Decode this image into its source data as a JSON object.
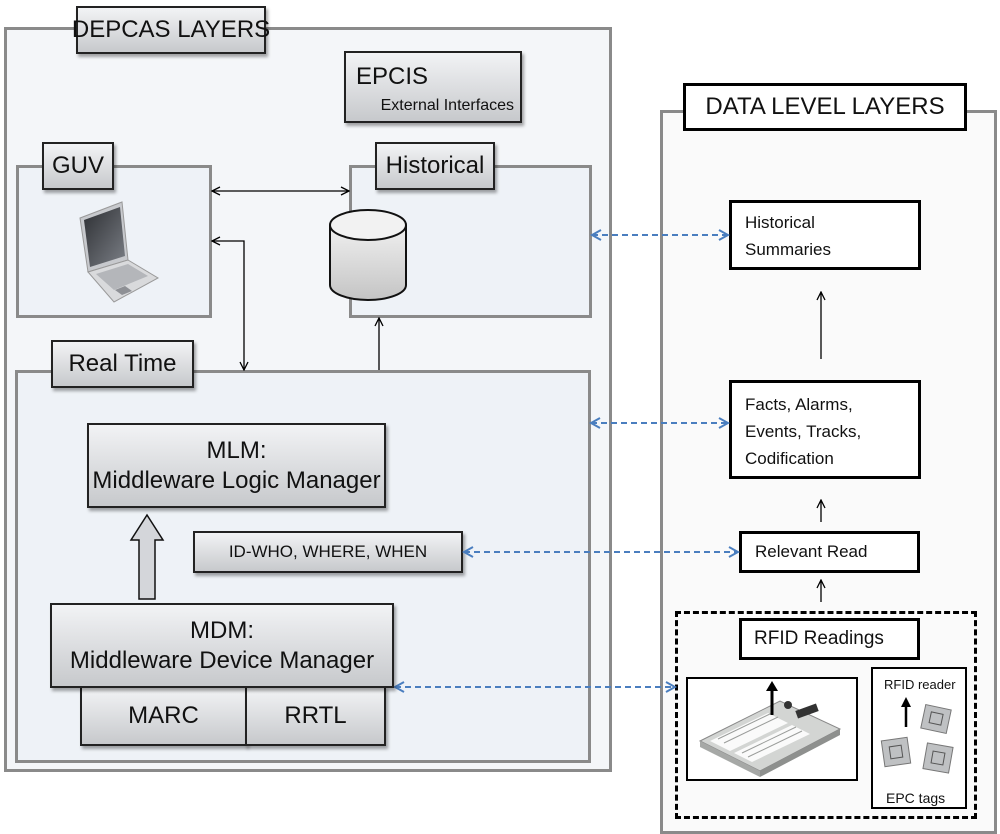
{
  "depcas": {
    "title": "DEPCAS LAYERS",
    "epcis": {
      "title": "EPCIS",
      "subtitle": "External Interfaces"
    },
    "guv": {
      "title": "GUV",
      "icon": "laptop-icon"
    },
    "historical": {
      "title": "Historical",
      "icon": "database-icon"
    },
    "real_time": {
      "title": "Real Time",
      "mlm": {
        "line1": "MLM:",
        "line2": "Middleware Logic Manager"
      },
      "id_box": "ID-WHO, WHERE, WHEN",
      "mdm": {
        "line1": "MDM:",
        "line2": "Middleware Device Manager"
      },
      "marc": "MARC",
      "rrtl": "RRTL"
    }
  },
  "data_levels": {
    "title": "DATA LEVEL LAYERS",
    "historical_summaries": {
      "line1": "Historical",
      "line2": "Summaries"
    },
    "facts": {
      "line1": "Facts, Alarms,",
      "line2": "Events, Tracks,",
      "line3": "Codification"
    },
    "relevant_read": "Relevant Read",
    "rfid_readings": "RFID Readings",
    "rfid_reader_label": "RFID reader",
    "epc_tags_label": "EPC tags"
  },
  "colors": {
    "link_dashed": "#4a7ebf",
    "panel_border": "#8a8a8a"
  }
}
